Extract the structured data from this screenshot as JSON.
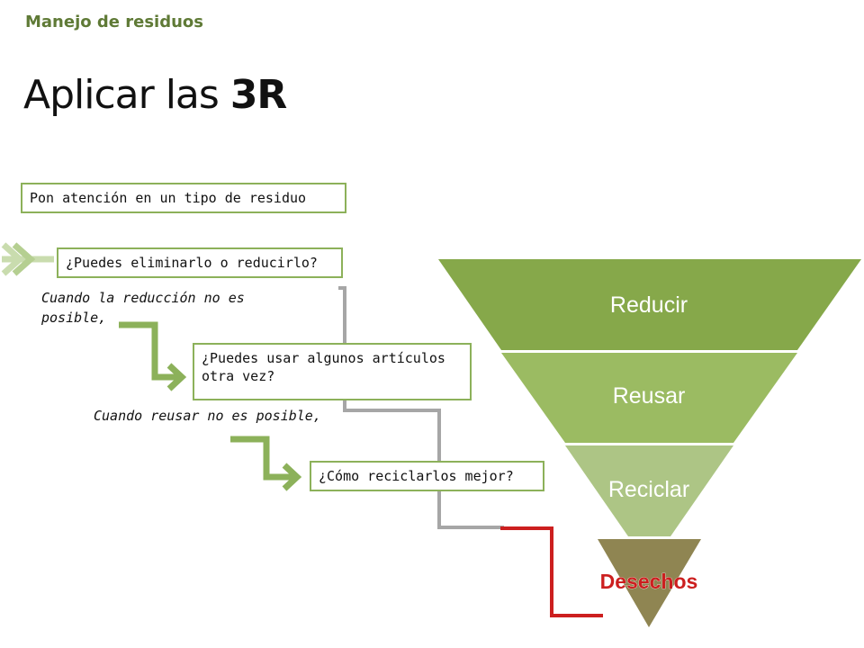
{
  "header": {
    "category": "Manejo de residuos",
    "title_prefix": "Aplicar las ",
    "title_bold": "3R"
  },
  "steps": {
    "attention": "Pon atención en un tipo de residuo",
    "reduce_question": "¿Puedes eliminarlo o reducirlo?",
    "reduce_fail_line1": "Cuando la reducción no es",
    "reduce_fail_line2": "posible,",
    "reuse_question_line1": "¿Puedes usar algunos artículos",
    "reuse_question_line2": "otra vez?",
    "reuse_fail": "Cuando reusar no es posible,",
    "recycle_question": "¿Cómo reciclarlos mejor?"
  },
  "pyramid": {
    "levels": [
      "Reducir",
      "Reusar",
      "Reciclar",
      "Desechos"
    ],
    "colors": [
      "#86a84a",
      "#9bbb62",
      "#adc585",
      "#8f8552"
    ]
  },
  "colors": {
    "accent_green": "#8cb15a",
    "arrow_green": "#8cb15a",
    "connector_gray": "#a6a6a6",
    "connector_red": "#cc1f1f",
    "category_text": "#5f7a36"
  }
}
